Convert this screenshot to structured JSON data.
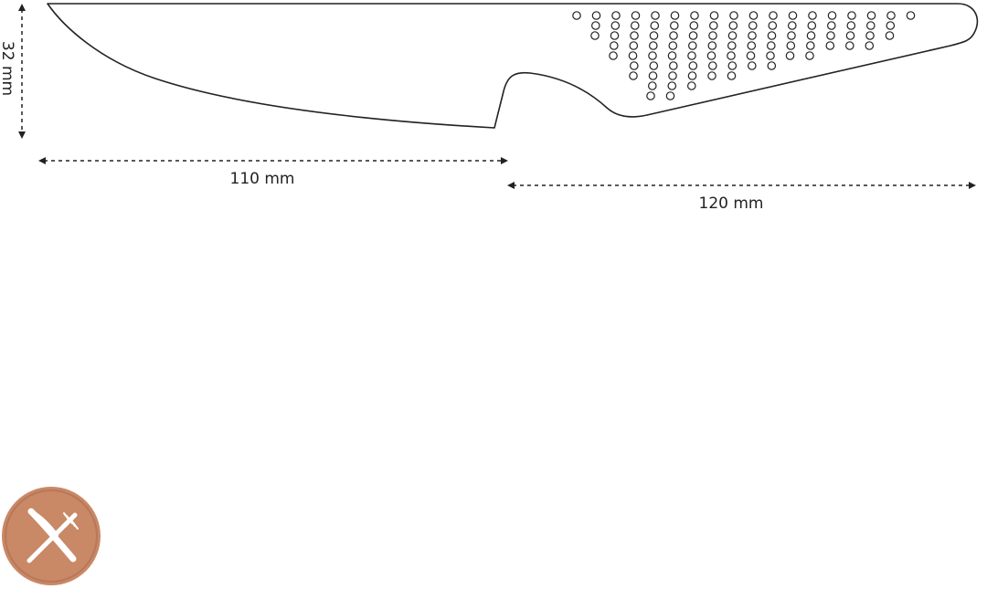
{
  "dimensions": {
    "height_label": "32 mm",
    "blade_length_label": "110 mm",
    "handle_length_label": "120 mm"
  },
  "badge": {
    "icon": "fork-knife-icon",
    "color": "#C98866"
  }
}
